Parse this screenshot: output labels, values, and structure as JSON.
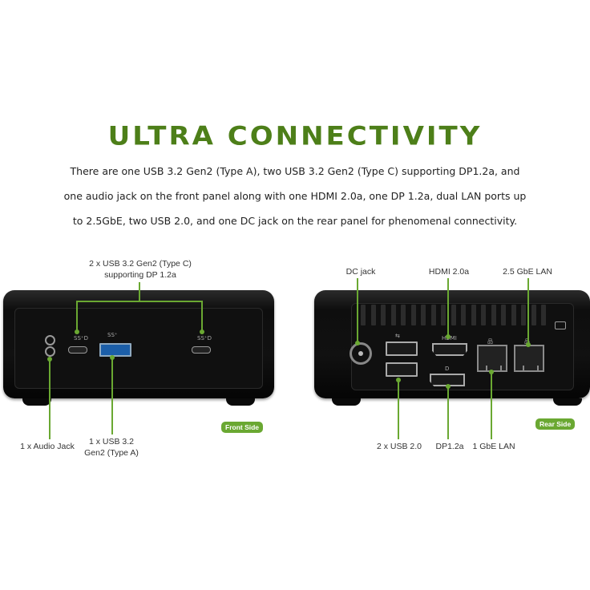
{
  "header": {
    "title": "ULTRA CONNECTIVITY",
    "description_lines": [
      "There are one USB 3.2 Gen2 (Type A), two USB 3.2 Gen2 (Type C) supporting DP1.2a, and",
      "one audio jack on the front panel along with one HDMI 2.0a, one DP 1.2a, dual LAN ports up",
      "to 2.5GbE, two USB 2.0, and one DC jack on the rear panel for phenomenal connectivity."
    ]
  },
  "front": {
    "badge": "Front Side",
    "callouts": {
      "usbc": [
        "2 x USB 3.2 Gen2 (Type C)",
        "supporting DP 1.2a"
      ],
      "audio": "1 x Audio Jack",
      "usba": [
        "1 x USB 3.2",
        "Gen2 (Type A)"
      ]
    },
    "port_icons": {
      "usbc": "SS⁺D",
      "usba": "SS⁺"
    }
  },
  "rear": {
    "badge": "Rear Side",
    "callouts": {
      "dc": "DC jack",
      "hdmi": "HDMI 2.0a",
      "lan25": "2.5 GbE LAN",
      "usb20": "2 x USB 2.0",
      "dp": "DP1.2a",
      "lan1": "1 GbE LAN"
    },
    "port_icons": {
      "hdmi": "HDMI",
      "dp": "D",
      "usb": "⇆",
      "lan": "品"
    }
  },
  "colors": {
    "accent": "#6aa832",
    "title": "#4d7f19",
    "device": "#111111",
    "callout_line": "#6aa832"
  }
}
